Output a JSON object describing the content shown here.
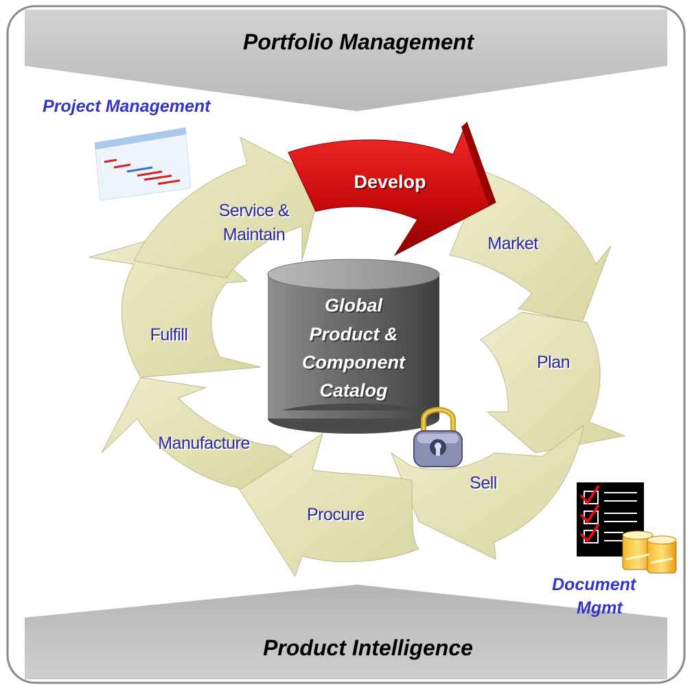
{
  "top_band": {
    "label": "Portfolio Management"
  },
  "bottom_band": {
    "label": "Product Intelligence"
  },
  "project_management": {
    "label": "Project Management"
  },
  "document_mgmt": {
    "line1": "Document",
    "line2": "Mgmt"
  },
  "catalog": {
    "lines": [
      "Global",
      "Product &",
      "Component",
      "Catalog"
    ]
  },
  "cycle": {
    "develop": "Develop",
    "market": "Market",
    "plan": "Plan",
    "sell": "Sell",
    "procure": "Procure",
    "manufacture": "Manufacture",
    "fulfill": "Fulfill",
    "service_line1": "Service &",
    "service_line2": "Maintain"
  },
  "colors": {
    "frame": "#8a8a8a",
    "band": "#c4c4c4",
    "cycle_arrow": "#e6e3b4",
    "develop_arrow": "#d40f0f",
    "cylinder": "#6e6e6e",
    "label_blue": "#2b2ba8",
    "heading_blue": "#3434c8"
  },
  "icons": [
    "project-gantt-icon",
    "lock-icon",
    "checklist-icon",
    "document-jars-icon"
  ]
}
